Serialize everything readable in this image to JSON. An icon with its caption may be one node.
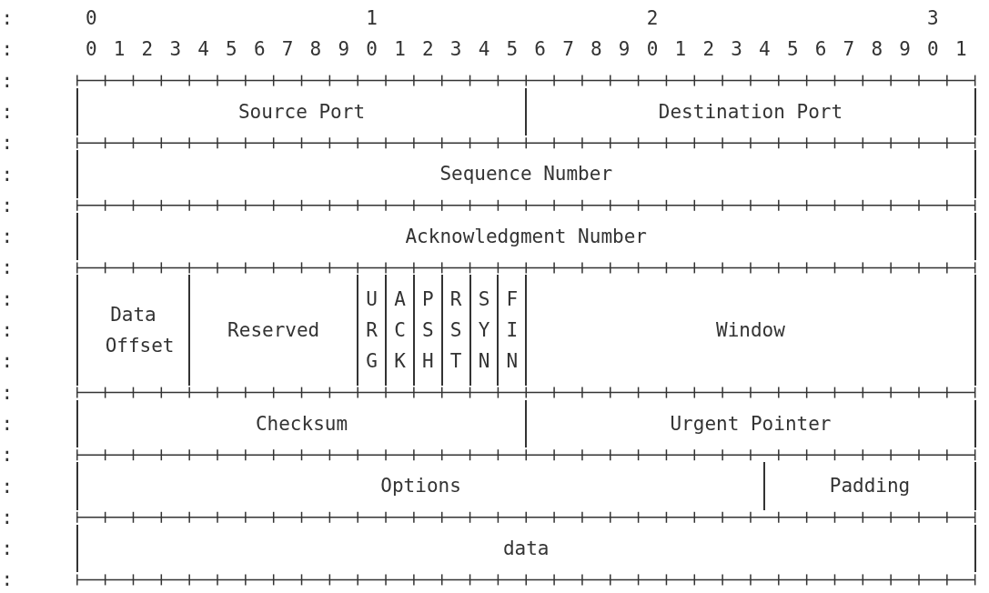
{
  "diagram": {
    "nodes": [
      {
        "text": [
          "Source Port"
        ]
      },
      {
        "text": [
          "Destination Port"
        ]
      },
      {
        "text": [
          "Sequence Number"
        ]
      },
      {
        "text": [
          "Acknowledgment Number"
        ]
      },
      {
        "text": [
          "Data Offset"
        ]
      },
      {
        "text": [
          "Reserved"
        ]
      },
      {
        "text": [
          "U R G"
        ]
      },
      {
        "text": [
          "A C K"
        ]
      },
      {
        "text": [
          "P S H"
        ]
      },
      {
        "text": [
          "R S T"
        ]
      },
      {
        "text": [
          "S Y N"
        ]
      },
      {
        "text": [
          "F I N"
        ]
      },
      {
        "text": [
          "Window"
        ]
      },
      {
        "text": [
          "Checksum"
        ]
      },
      {
        "text": [
          "Urgent Pointer"
        ]
      },
      {
        "text": [
          "Options"
        ]
      },
      {
        "text": [
          "Padding"
        ]
      },
      {
        "text": [
          "data"
        ]
      }
    ],
    "labels": [
      ":",
      "0",
      "1",
      "2",
      "3",
      ":",
      "0",
      "1",
      "2",
      "3",
      "4",
      "5",
      "6",
      "7",
      "8",
      "9",
      "0",
      "1",
      "2",
      "3",
      "4",
      "5",
      "6",
      "7",
      "8",
      "9",
      "0",
      "1",
      "2",
      "3",
      "4",
      "5",
      "6",
      "7",
      "8",
      "9",
      "0",
      "1",
      ":",
      ":",
      ":",
      ":",
      ":",
      ":",
      ":",
      ":",
      ":",
      ":",
      ":",
      ":",
      ":",
      ":",
      ":",
      ":",
      ":"
    ]
  }
}
